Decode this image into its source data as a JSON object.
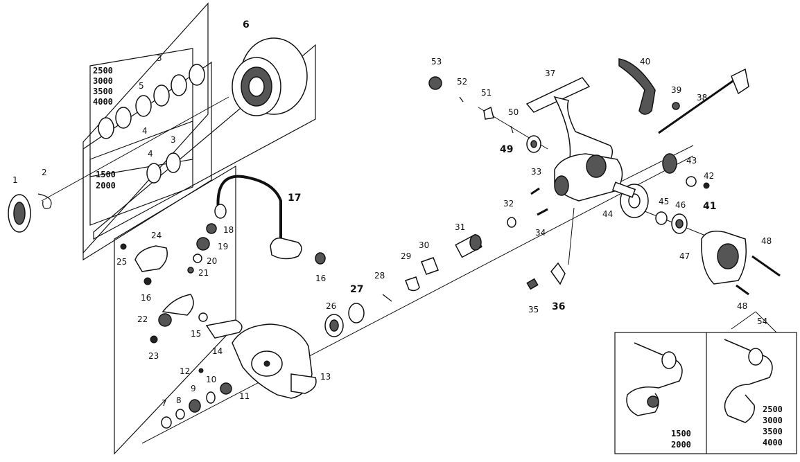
{
  "parts": [
    {
      "id": "p1",
      "label": "1"
    },
    {
      "id": "p2",
      "label": "2"
    },
    {
      "id": "p3a",
      "label": "3"
    },
    {
      "id": "p3b",
      "label": "3"
    },
    {
      "id": "p4a",
      "label": "4"
    },
    {
      "id": "p4b",
      "label": "4"
    },
    {
      "id": "p5",
      "label": "5"
    },
    {
      "id": "p6",
      "label": "6"
    },
    {
      "id": "p7",
      "label": "7"
    },
    {
      "id": "p8",
      "label": "8"
    },
    {
      "id": "p9",
      "label": "9"
    },
    {
      "id": "p10",
      "label": "10"
    },
    {
      "id": "p11",
      "label": "11"
    },
    {
      "id": "p12",
      "label": "12"
    },
    {
      "id": "p13",
      "label": "13"
    },
    {
      "id": "p14",
      "label": "14"
    },
    {
      "id": "p15",
      "label": "15"
    },
    {
      "id": "p16a",
      "label": "16"
    },
    {
      "id": "p16b",
      "label": "16"
    },
    {
      "id": "p17",
      "label": "17"
    },
    {
      "id": "p18",
      "label": "18"
    },
    {
      "id": "p19",
      "label": "19"
    },
    {
      "id": "p20",
      "label": "20"
    },
    {
      "id": "p21",
      "label": "21"
    },
    {
      "id": "p22",
      "label": "22"
    },
    {
      "id": "p23",
      "label": "23"
    },
    {
      "id": "p24",
      "label": "24"
    },
    {
      "id": "p25",
      "label": "25"
    },
    {
      "id": "p26",
      "label": "26"
    },
    {
      "id": "p27",
      "label": "27"
    },
    {
      "id": "p28",
      "label": "28"
    },
    {
      "id": "p29",
      "label": "29"
    },
    {
      "id": "p30",
      "label": "30"
    },
    {
      "id": "p31",
      "label": "31"
    },
    {
      "id": "p32",
      "label": "32"
    },
    {
      "id": "p33",
      "label": "33"
    },
    {
      "id": "p34",
      "label": "34"
    },
    {
      "id": "p35",
      "label": "35"
    },
    {
      "id": "p36",
      "label": "36"
    },
    {
      "id": "p37",
      "label": "37"
    },
    {
      "id": "p38",
      "label": "38"
    },
    {
      "id": "p39",
      "label": "39"
    },
    {
      "id": "p40",
      "label": "40"
    },
    {
      "id": "p41",
      "label": "41"
    },
    {
      "id": "p42",
      "label": "42"
    },
    {
      "id": "p43",
      "label": "43"
    },
    {
      "id": "p44",
      "label": "44"
    },
    {
      "id": "p45",
      "label": "45"
    },
    {
      "id": "p46",
      "label": "46"
    },
    {
      "id": "p47",
      "label": "47"
    },
    {
      "id": "p48a",
      "label": "48"
    },
    {
      "id": "p48b",
      "label": "48"
    },
    {
      "id": "p49",
      "label": "49"
    },
    {
      "id": "p50",
      "label": "50"
    },
    {
      "id": "p51",
      "label": "51"
    },
    {
      "id": "p52",
      "label": "52"
    },
    {
      "id": "p53",
      "label": "53"
    },
    {
      "id": "p54",
      "label": "54"
    }
  ],
  "boxes": {
    "large_spool_sizes": [
      "2500",
      "3000",
      "3500",
      "4000"
    ],
    "small_spool_sizes": [
      "1500",
      "2000"
    ],
    "handle_small_sizes": [
      "1500",
      "2000"
    ],
    "handle_large_sizes": [
      "2500",
      "3000",
      "3500",
      "4000"
    ]
  }
}
